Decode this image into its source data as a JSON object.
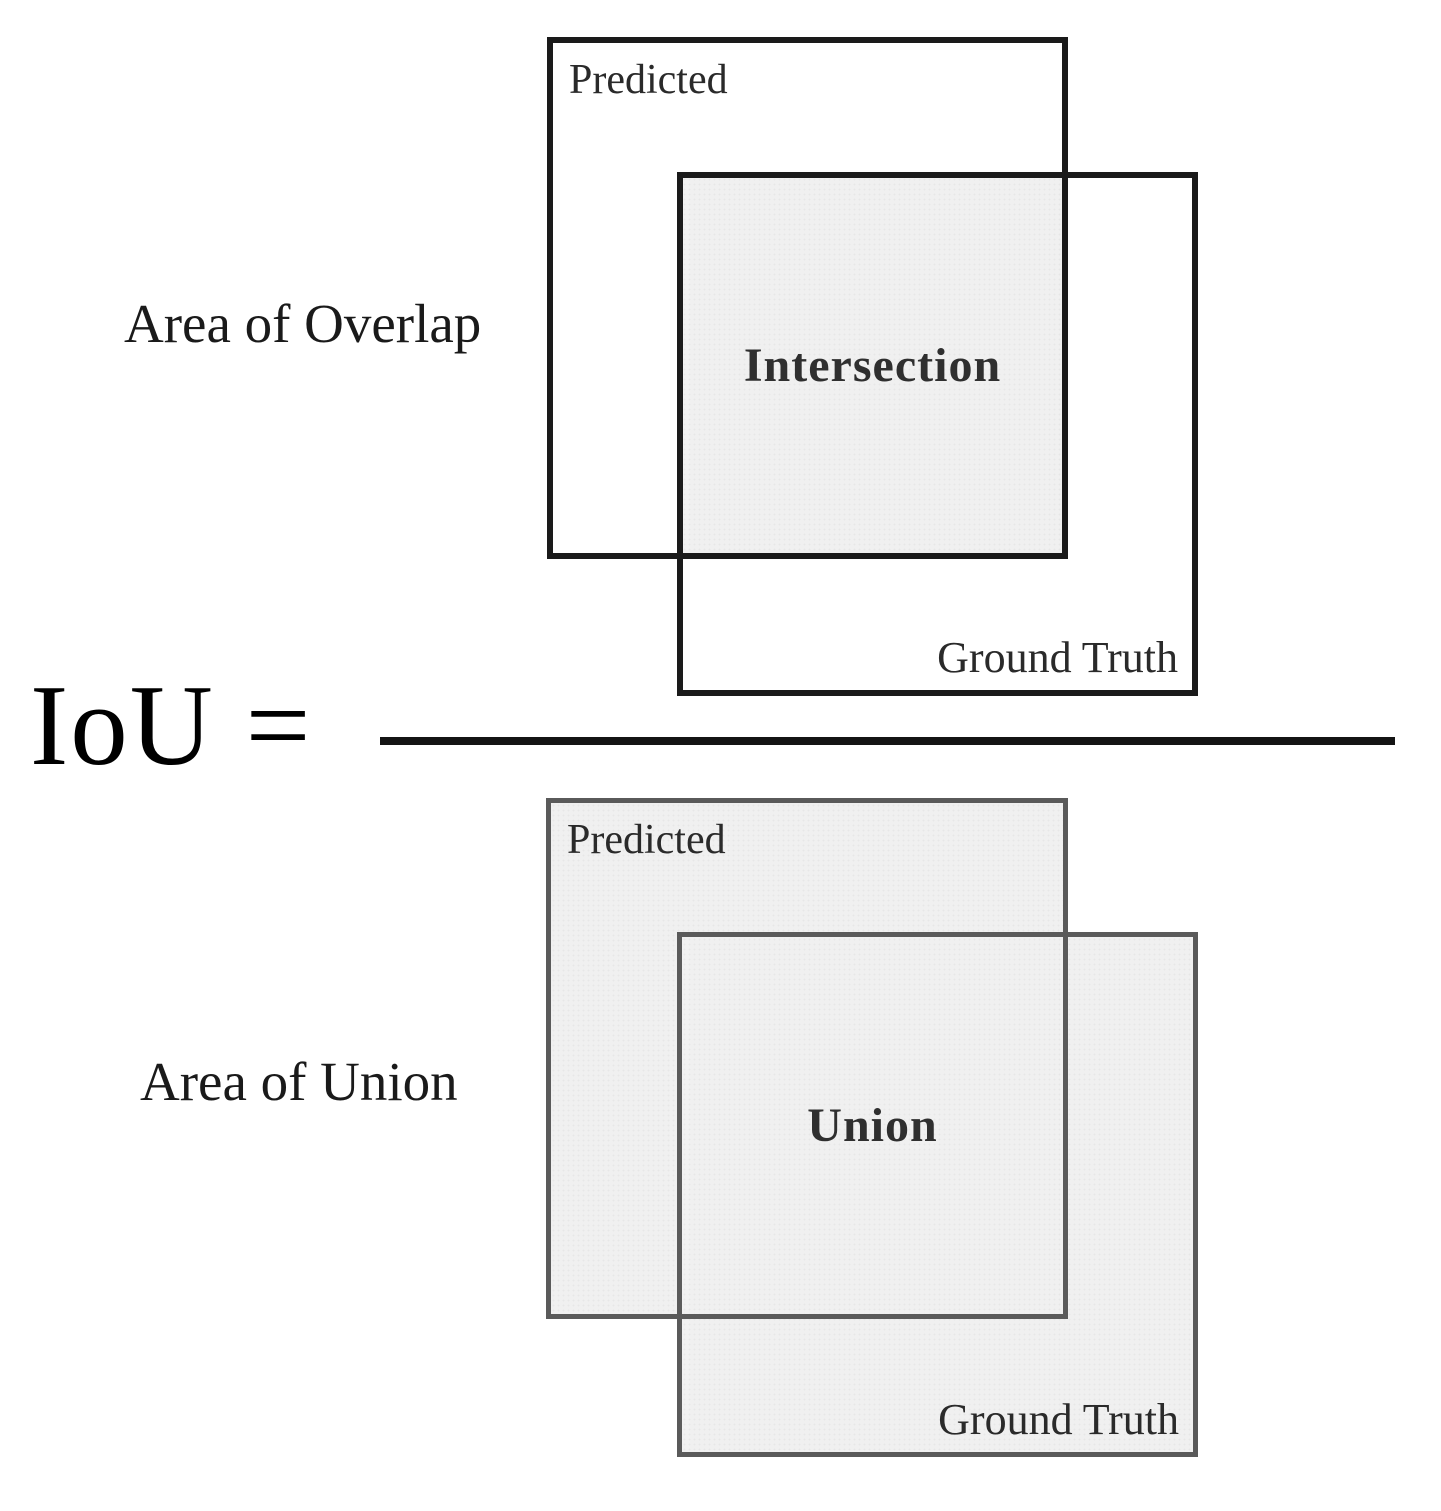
{
  "formula": {
    "lhs": "IoU =",
    "numerator_label": "Area of Overlap",
    "denominator_label": "Area of Union"
  },
  "overlap_diagram": {
    "predicted_label": "Predicted",
    "ground_truth_label": "Ground Truth",
    "region_label": "Intersection"
  },
  "union_diagram": {
    "predicted_label": "Predicted",
    "ground_truth_label": "Ground Truth",
    "region_label": "Union"
  },
  "colors": {
    "background": "#ffffff",
    "box_border_dark": "#1a1a1a",
    "box_border_gray": "#5a5a5a",
    "region_fill": "#f0f0f0",
    "fraction_bar": "#141414",
    "text": "#1a1a1a"
  }
}
